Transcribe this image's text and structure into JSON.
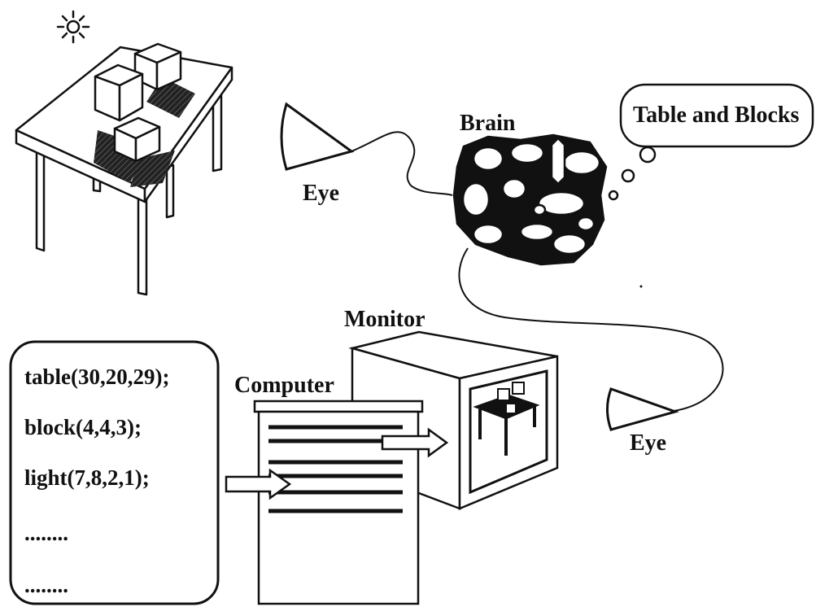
{
  "labels": {
    "eye_top": "Eye",
    "brain": "Brain",
    "thought": "Table and Blocks",
    "monitor": "Monitor",
    "computer": "Computer",
    "eye_bottom": "Eye"
  },
  "program_lines": [
    "table(30,20,29);",
    "block(4,4,3);",
    "light(7,8,2,1);",
    "........",
    "........"
  ],
  "icons": [
    "sun-icon",
    "eye-icon",
    "brain-icon",
    "thought-bubble-icon",
    "monitor-icon",
    "computer-icon",
    "arrow-icon"
  ]
}
